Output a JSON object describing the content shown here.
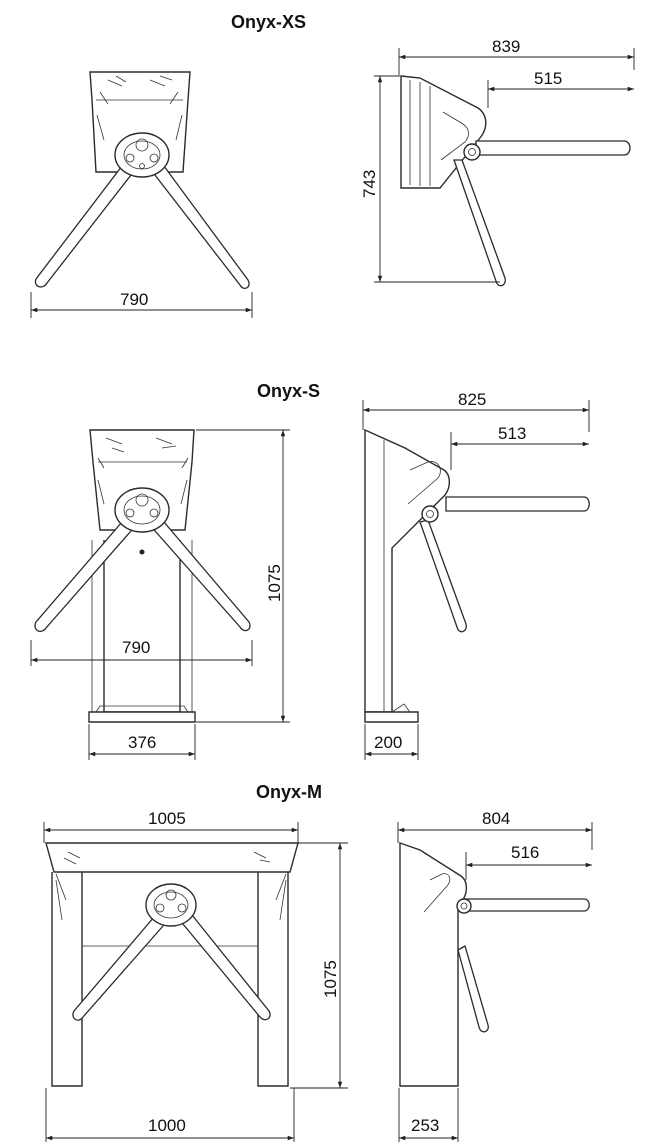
{
  "titles": {
    "xs": "Onyx-XS",
    "s": "Onyx-S",
    "m": "Onyx-M"
  },
  "dimensions": {
    "xs": {
      "arm_span": "790",
      "depth_total": "839",
      "arm_reach": "515",
      "height": "743"
    },
    "s": {
      "arm_span": "790",
      "base_width": "376",
      "height": "1075",
      "depth_total": "825",
      "arm_reach": "513",
      "base_depth": "200"
    },
    "m": {
      "top_width": "1005",
      "base_width": "1000",
      "height": "1075",
      "depth_total": "804",
      "arm_reach": "516",
      "base_depth": "253"
    }
  }
}
